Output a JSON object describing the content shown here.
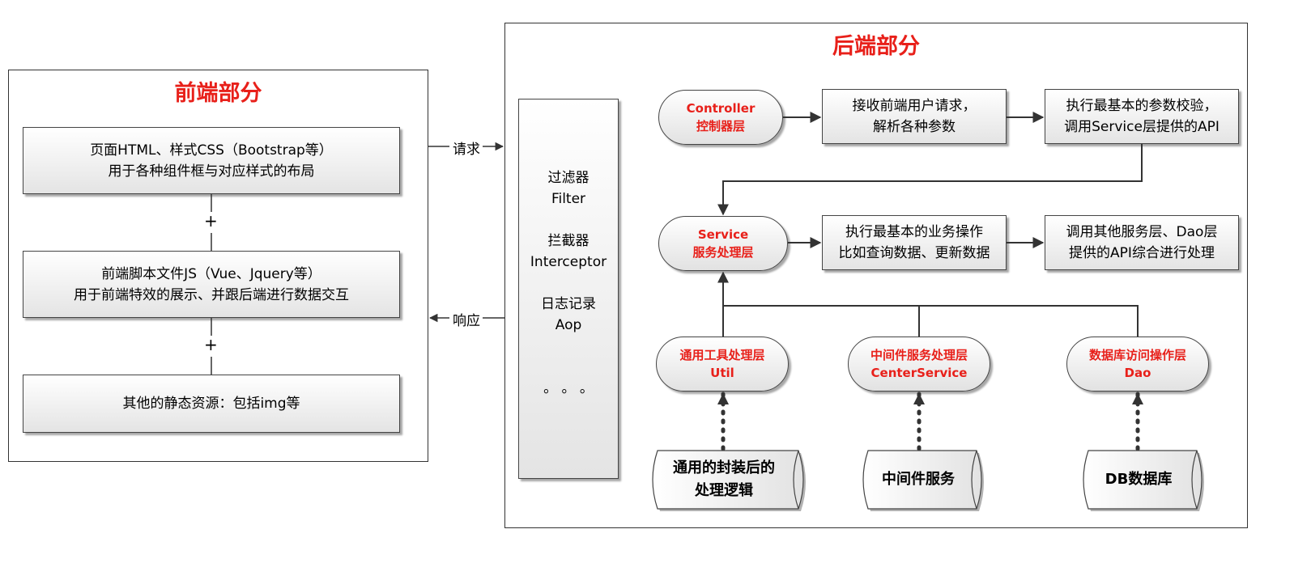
{
  "frontend": {
    "title": "前端部分",
    "box1": {
      "line1": "页面HTML、样式CSS（Bootstrap等）",
      "line2": "用于各种组件框与对应样式的布局"
    },
    "box2": {
      "line1": "前端脚本文件JS（Vue、Jquery等）",
      "line2": "用于前端特效的展示、并跟后端进行数据交互"
    },
    "box3": {
      "line1": "其他的静态资源：包括img等"
    },
    "plus": "+"
  },
  "arrows": {
    "request": "请求",
    "response": "响应"
  },
  "middleware": {
    "filter_cn": "过滤器",
    "filter_en": "Filter",
    "interceptor_cn": "拦截器",
    "interceptor_en": "Interceptor",
    "log_cn": "日志记录",
    "log_en": "Aop",
    "more": "。 。 。"
  },
  "backend": {
    "title": "后端部分",
    "controller": {
      "en": "Controller",
      "cn": "控制器层"
    },
    "controller_desc1": {
      "line1": "接收前端用户请求，",
      "line2": "解析各种参数"
    },
    "controller_desc2": {
      "line1": "执行最基本的参数校验，",
      "line2": "调用Service层提供的API"
    },
    "service": {
      "en": "Service",
      "cn": "服务处理层"
    },
    "service_desc1": {
      "line1": "执行最基本的业务操作",
      "line2": "比如查询数据、更新数据"
    },
    "service_desc2": {
      "line1": "调用其他服务层、Dao层",
      "line2": "提供的API综合进行处理"
    },
    "util": {
      "cn": "通用工具处理层",
      "en": "Util"
    },
    "center": {
      "cn": "中间件服务处理层",
      "en": "CenterService"
    },
    "dao": {
      "cn": "数据库访问操作层",
      "en": "Dao"
    },
    "util_store": {
      "line1": "通用的封装后的",
      "line2": "处理逻辑"
    },
    "center_store": {
      "line1": "中间件服务"
    },
    "dao_store": {
      "line1": "DB数据库"
    }
  },
  "colors": {
    "title_red": "#e8201a",
    "line": "#333333"
  }
}
